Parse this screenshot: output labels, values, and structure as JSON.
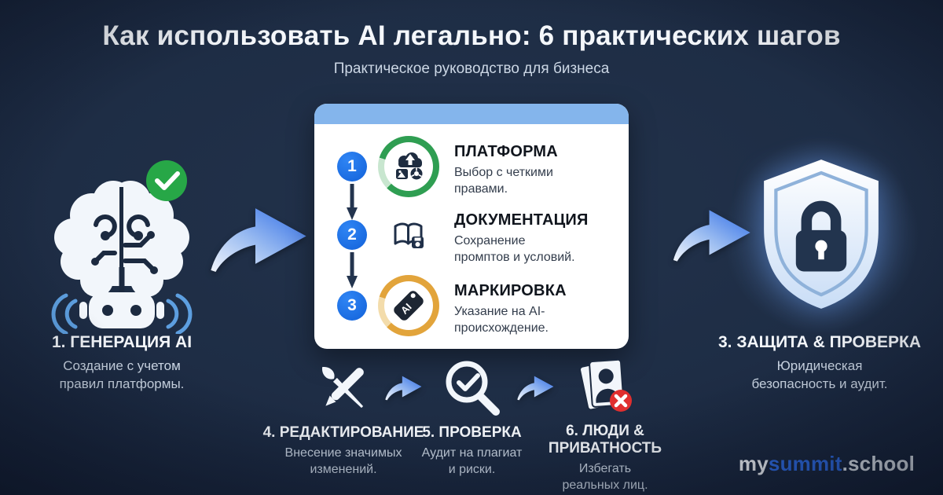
{
  "header": {
    "title": "Как использовать AI легально: 6 практических шагов",
    "subtitle": "Практическое руководство для бизнеса"
  },
  "flow": {
    "left": {
      "title": "1. ГЕНЕРАЦИЯ AI",
      "desc": "Создание с учетом правил платформы.",
      "icon": "brain-robot-icon",
      "badge_icon": "check-circle-icon",
      "badge_color": "#27a747"
    },
    "right": {
      "title": "3. ЗАЩИТА & ПРОВЕРКА",
      "desc": "Юридическая безопасность и аудит.",
      "icon": "shield-lock-icon"
    }
  },
  "card": {
    "header_color": "#84b5ec",
    "steps": [
      {
        "num": "1",
        "title": "ПЛАТФОРМА",
        "desc": "Выбор с четкими правами.",
        "icon": "cloud-platform-icon",
        "ring_color": "#2f9e52"
      },
      {
        "num": "2",
        "title": "ДОКУМЕНТАЦИЯ",
        "desc": "Сохранение промптов и условий.",
        "icon": "open-book-icon",
        "ring_color": "#e2a43b"
      },
      {
        "num": "3",
        "title": "МАРКИРОВКА",
        "desc": "Указание на AI-происхождение.",
        "icon": "ai-tag-icon",
        "ring_color": "#e2a43b",
        "tag_label": "AI"
      }
    ]
  },
  "bottom_steps": [
    {
      "title": "4. РЕДАКТИРОВАНИЕ",
      "desc": "Внесение значимых изменений.",
      "icon": "brush-pencil-icon"
    },
    {
      "title": "5. ПРОВЕРКА",
      "desc": "Аудит на плагиат и риски.",
      "icon": "magnifier-check-icon"
    },
    {
      "title": "6. ЛЮДИ & ПРИВАТНОСТЬ",
      "desc": "Избегать реальных лиц.",
      "icon": "photo-person-blocked-icon"
    }
  ],
  "logo": {
    "part1": "my",
    "part2": "summit",
    "part3": ".school",
    "accent_color": "#2e6be4"
  },
  "colors": {
    "background": "#1c2a40",
    "accent_blue": "#1a6fe9",
    "card_header": "#84b5ec",
    "success_green": "#27a747",
    "ring_green": "#2f9e52",
    "ring_gold": "#e2a43b",
    "error_red": "#e02f2f",
    "arrow_blue": "#2d6be6"
  }
}
